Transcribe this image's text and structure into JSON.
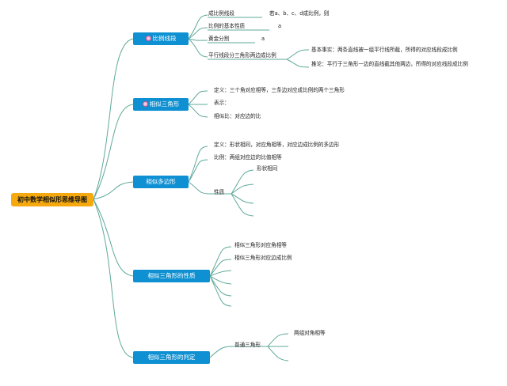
{
  "root": "初中数学相似形思维导图",
  "branches": {
    "b1": {
      "label": "比例线段",
      "icon": "heart-icon"
    },
    "b2": {
      "label": "相似三角形",
      "icon": "heart-icon"
    },
    "b3": {
      "label": "相似多边形"
    },
    "b4": {
      "label": "相似三角形的性质"
    },
    "b5": {
      "label": "相似三角形的判定"
    }
  },
  "b1": {
    "c1": "成比例线段",
    "c1_note": "若a、b、c、d成比例，则",
    "c2": "比例的基本性质",
    "c2_note": "a",
    "c3": "黄金分割",
    "c3_note": "a",
    "c4": "平行线段分三角形两边成比例",
    "c4_a": "基本事实：两条直线被一组平行线所截，所得的对应线段成比例",
    "c4_b": "推论：平行于三角形一边的直线截其他两边，所得的对应线段成比例"
  },
  "b2": {
    "c1": "定义：三个角对应相等，三条边对应成比例的两个三角形",
    "c2": "表示：",
    "c3": "相似比：对应边的比"
  },
  "b3": {
    "c1": "定义：形状相同，对应角相等，对应边成比例的多边形",
    "c2": "比例：两组对应边的比值相等",
    "c3": "性质",
    "c3_1": "形状相同"
  },
  "b4": {
    "c1": "相似三角形对应角相等",
    "c2": "相似三角形对应边成比例"
  },
  "b5": {
    "c1": "普通三角形",
    "c1_1": "两组对角相等"
  },
  "colors": {
    "branch_bg": "#0e90d2",
    "root_bg": "#f5a90f",
    "line": "#5fa99a"
  }
}
